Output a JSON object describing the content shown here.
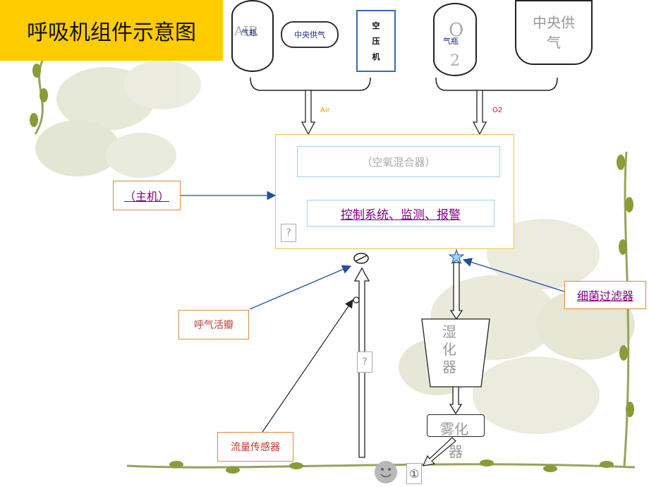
{
  "title": "呼吸机组件示意图",
  "air_sources": {
    "cylinder_label": "AIR",
    "cylinder_overlay": "气瓶",
    "central": "中央供气",
    "compressor_chars": [
      "空",
      "压",
      "机"
    ]
  },
  "o2_sources": {
    "cylinder_label_o": "O",
    "cylinder_label_2": "2",
    "cylinder_overlay": "气瓶",
    "central_line1": "中央供",
    "central_line2": "气"
  },
  "lines": {
    "air": "Air",
    "o2": "O2"
  },
  "main_unit": {
    "mixer": "（空氧混合器）",
    "control": "控制系统、监测、报警",
    "placeholder": "?"
  },
  "callouts": {
    "host": "（主机）",
    "exhale_valve": "呼气活瓣",
    "filter": "细菌过滤器",
    "flow_sensor": "流量传感器"
  },
  "humidifier_chars": [
    "湿",
    "化",
    "器"
  ],
  "nebulizer_line1": "雾化",
  "nebulizer_line2": "器",
  "tube_placeholder": "?",
  "bottom_icon": "①",
  "colors": {
    "title_bg": "#ffcc00",
    "arrow_blue": "#1f4fa0",
    "callout_border": "#d98a3a",
    "link": "#800080"
  }
}
